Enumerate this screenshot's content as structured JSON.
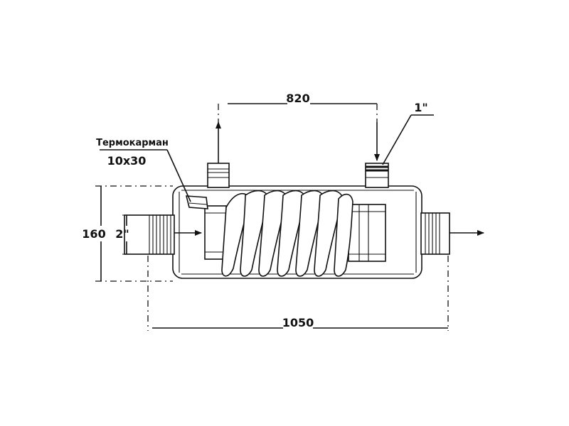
{
  "labels": {
    "thermowell_title": "Термокарман",
    "thermowell_size": "10x30"
  },
  "dimensions": {
    "inlet_spacing": "820",
    "top_pipe_thread": "1\"",
    "height": "160",
    "side_pipe_thread": "2\"",
    "total_length": "1050"
  }
}
